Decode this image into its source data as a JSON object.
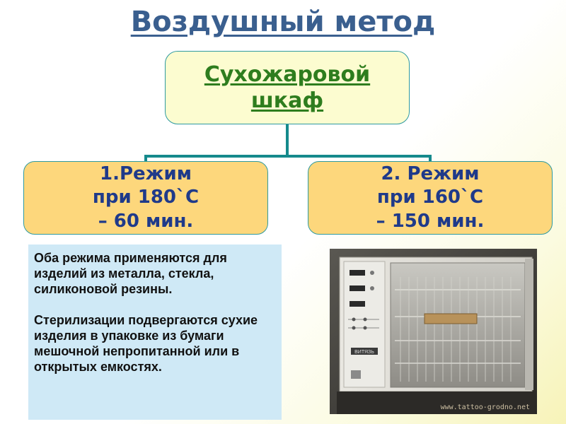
{
  "title": "Воздушный метод",
  "root": {
    "label": "Сухожаровой шкаф"
  },
  "modes": [
    {
      "label": "1.Режим\nпри 180`С\n– 60 мин."
    },
    {
      "label": "2. Режим\nпри 160`С\n– 150 мин."
    }
  ],
  "note": {
    "paragraph1": "Оба режима применяются для изделий из металла, стекла, силиконовой резины.",
    "paragraph2": "Стерилизации подвергаются сухие изделия в упаковке из бумаги мешочной непропитанной или в открытых емкостях."
  },
  "photo": {
    "brand": "ВИТЯЗЬ",
    "watermark": "www.tattoo-grodno.net"
  },
  "colors": {
    "title": "#3a5f8f",
    "root_fill": "#fcfcd0",
    "root_text": "#2e7d1e",
    "mode_fill": "#fdd77c",
    "mode_text": "#1f3a8a",
    "connector": "#158a8c",
    "note_fill": "#cfe9f6"
  }
}
